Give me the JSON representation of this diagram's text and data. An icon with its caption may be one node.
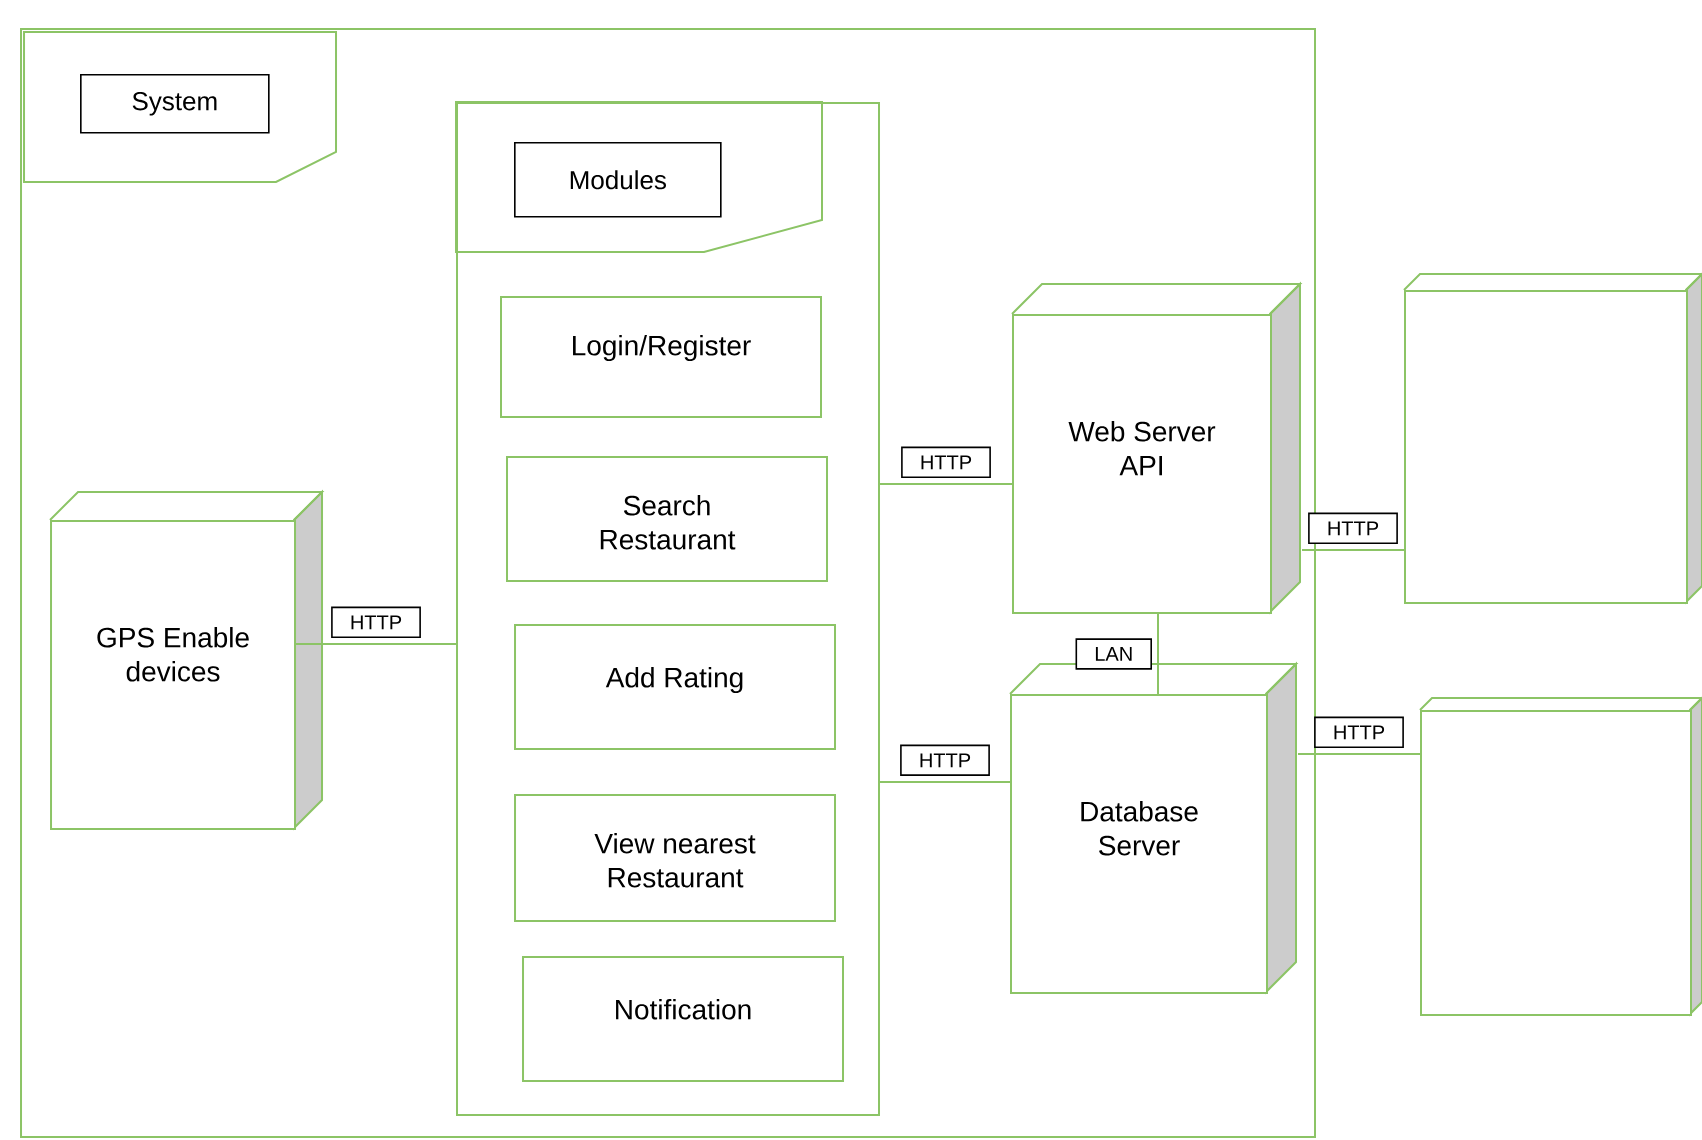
{
  "diagram": {
    "nodes": [
      {
        "text": [
          "System"
        ]
      },
      {
        "text": [
          "Modules"
        ],
        "in": 0
      },
      {
        "text": [
          "Login/Register"
        ],
        "in": 1
      },
      {
        "text": [
          "Search Restaurant"
        ],
        "in": 1
      },
      {
        "text": [
          "Add Rating"
        ],
        "in": 1
      },
      {
        "text": [
          "View nearest Restaurant"
        ],
        "in": 1
      },
      {
        "text": [
          "Notification"
        ],
        "in": 1
      },
      {
        "text": [
          "GPS Enable devices"
        ],
        "in": 0
      },
      {
        "text": [
          "Web Server API"
        ],
        "in": 0
      },
      {
        "text": [
          "Database Server"
        ],
        "in": 0
      },
      {
        "text": [],
        "shape": "box"
      },
      {
        "text": [],
        "shape": "box"
      }
    ],
    "edges": [
      {
        "from": 7,
        "to": 1,
        "arrow": "none",
        "label": "HTTP"
      },
      {
        "from": 1,
        "to": 8,
        "arrow": "none",
        "label": "HTTP"
      },
      {
        "from": 1,
        "to": 9,
        "arrow": "none",
        "label": "HTTP"
      },
      {
        "from": 8,
        "to": 9,
        "arrow": "none",
        "label": "LAN"
      },
      {
        "from": 8,
        "to": 10,
        "arrow": "none",
        "label": "HTTP"
      },
      {
        "from": 9,
        "to": 11,
        "arrow": "none",
        "label": "HTTP"
      }
    ]
  }
}
